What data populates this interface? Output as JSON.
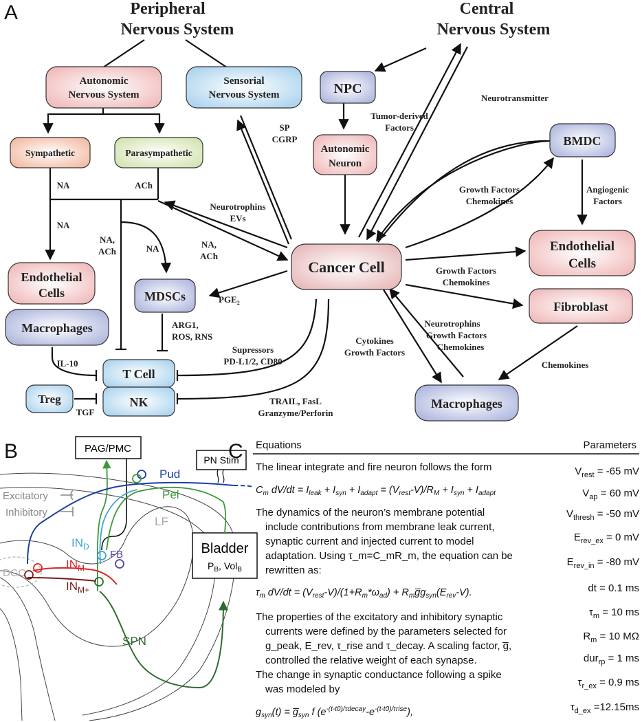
{
  "panels": {
    "a": "A",
    "b": "B",
    "c": "C"
  },
  "colors": {
    "pink": "#f2c6c6",
    "blue": "#c8def0",
    "purple": "#c6cbe6",
    "peach": "#f5cbb8",
    "green": "#dde8c6",
    "pud": "#1c3fa3",
    "pel": "#3a9a3a",
    "spn": "#2f6b2f",
    "inm_minus": "#d62a2a",
    "inm_plus": "#7a1a1a",
    "ind": "#3fa6cf",
    "fb": "#4a46a8",
    "gray": "#999999"
  },
  "panel_a": {
    "pns": [
      "Peripheral",
      "Nervous System"
    ],
    "cns": [
      "Central",
      "Nervous System"
    ],
    "autonomic": [
      "Autonomic",
      "Nervous System"
    ],
    "sensorial": [
      "Sensorial",
      "Nervous System"
    ],
    "npc": "NPC",
    "autonomic_neuron": [
      "Autonomic",
      "Neuron"
    ],
    "bmdc": "BMDC",
    "sympathetic": "Sympathetic",
    "parasympathetic": "Parasympathetic",
    "cancer_cell": "Cancer Cell",
    "endothelial_left": [
      "Endothelial",
      "Cells"
    ],
    "endothelial_right": [
      "Endothelial",
      "Cells"
    ],
    "macrophages_left": "Macrophages",
    "macrophages_bottom": "Macrophages",
    "mdscs": "MDSCs",
    "tcell": "T Cell",
    "nk": "NK",
    "treg": "Treg",
    "fibroblast": "Fibroblast",
    "labels": {
      "sp": "SP",
      "cgrp": "CGRP",
      "tumor_derived": [
        "Tumor-derived",
        "Factors"
      ],
      "neurotransmitter": "Neurotransmitter",
      "na1": "NA",
      "ach1": "ACh",
      "na2": "NA",
      "na_ach_v": [
        "NA,",
        "ACh"
      ],
      "na3": "NA",
      "na_ach_c": [
        "NA,",
        "ACh"
      ],
      "neurotrophins_evs": [
        "Neurotrophins",
        "EVs"
      ],
      "growth_chemo_1": [
        "Growth Factors",
        "Chemokines"
      ],
      "angiogenic": [
        "Angiogenic",
        "Factors"
      ],
      "growth_chemo_2": [
        "Growth Factors",
        "Chemokines"
      ],
      "pge": "PGE",
      "pge_sub": "2",
      "arg": [
        "ARG1,",
        "ROS, RNS"
      ],
      "il10": "IL-10",
      "supressors": [
        "Supressors",
        "PD-L1/2, CD80"
      ],
      "tgf": "TGF",
      "trail": [
        "TRAIL, FasL",
        "Granzyme/Perforin"
      ],
      "cytokines": [
        "Cytokines",
        "Growth Factors"
      ],
      "neurotrophins_gf": [
        "Neurotrophins",
        "Growth Factors",
        "Chemokines"
      ],
      "chemokines": "Chemokines"
    }
  },
  "panel_b": {
    "pag": "PAG/PMC",
    "pn_stim": "PN Stim",
    "bladder": "Bladder",
    "pb": "P",
    "pb_sub": "B",
    "volb": "Vol",
    "volb_sub": "B",
    "excitatory": "Excitatory",
    "inhibitory": "Inhibitory",
    "pud": "Pud",
    "pel": "Pel",
    "lf": "LF",
    "fb": "FB",
    "spn": "SPN",
    "ind": "IN",
    "ind_sub": "D",
    "inm_minus": "IN",
    "inm_minus_sub": "M-",
    "inm_plus": "IN",
    "inm_plus_sub": "M+",
    "dgc": "DGC"
  },
  "panel_c": {
    "head_equations": "Equations",
    "head_parameters": "Parameters",
    "p1": "The linear integrate and fire neuron follows the form",
    "eq1": "C_m dV/dt = I_leak + I_syn + I_adapt = (V_rest - V)/R_M + I_syn + I_adapt",
    "p2": [
      "The dynamics of the neuron’s membrane potential",
      "include contributions from membrane leak current,",
      "synaptic current and injected current to model",
      "adaptation. Using τ_m=C_mR_m, the equation can be",
      "rewritten as:"
    ],
    "eq2": "τ_m dV/dt = (V_rest-V)/(1+R_m*ω_ad) + R_m g̅ g_syn(E_rev-V).",
    "p3": [
      "The properties of the excitatory and inhibitory synaptic",
      "currents were defined by the parameters selected for",
      "g_peak, E_rev, τ_rise and τ_decay. A scaling factor, g̅,",
      "controlled the relative weight of each synapse.",
      "The change in synaptic conductance following a spike",
      "was modeled by"
    ],
    "eq3": "g_syn(t) = g̅_syn f (e^-(t-t0)/τdecay - e^-(t-t0)/τrise),",
    "params": [
      {
        "sym": "V",
        "sub": "rest",
        "val": " = -65 mV"
      },
      {
        "sym": "V",
        "sub": "ap",
        "val": " = 60 mV"
      },
      {
        "sym": "V",
        "sub": "thresh",
        "val": " = -50 mV"
      },
      {
        "sym": "E",
        "sub": "rev_ex",
        "val": " = 0 mV"
      },
      {
        "sym": "E",
        "sub": "rev_in",
        "val": " = -80 mV"
      },
      {
        "sym": "dt",
        "sub": "",
        "val": " = 0.1 ms"
      },
      {
        "sym": "τ",
        "sub": "m",
        "val": " = 10 ms"
      },
      {
        "sym": "R",
        "sub": "m",
        "val": " = 10 MΩ"
      },
      {
        "sym": "dur",
        "sub": "rp",
        "val": " = 1 ms"
      },
      {
        "sym": "τ",
        "sub": "r_ex",
        "val": " = 0.9 ms"
      },
      {
        "sym": "τ",
        "sub": "d_ex",
        "val": " =12.15ms"
      }
    ]
  }
}
